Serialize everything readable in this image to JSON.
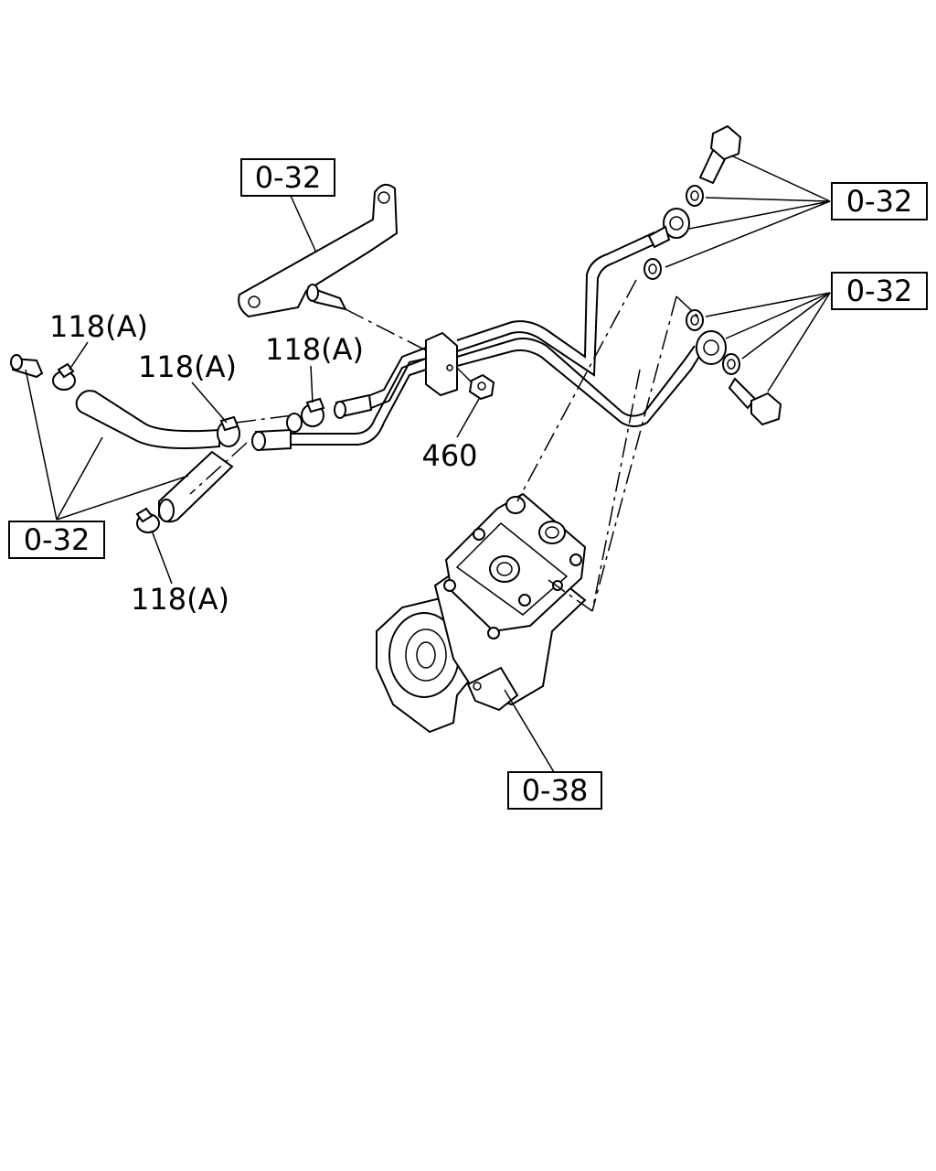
{
  "callouts": {
    "ref_bracket": "0-32",
    "ref_top_right": "0-32",
    "ref_mid_right": "0-32",
    "ref_left": "0-32",
    "ref_compressor": "0-38",
    "clamp_top_left": "118(A)",
    "clamp_center": "118(A)",
    "clamp_center_right": "118(A)",
    "clamp_bottom": "118(A)",
    "nut": "460"
  }
}
